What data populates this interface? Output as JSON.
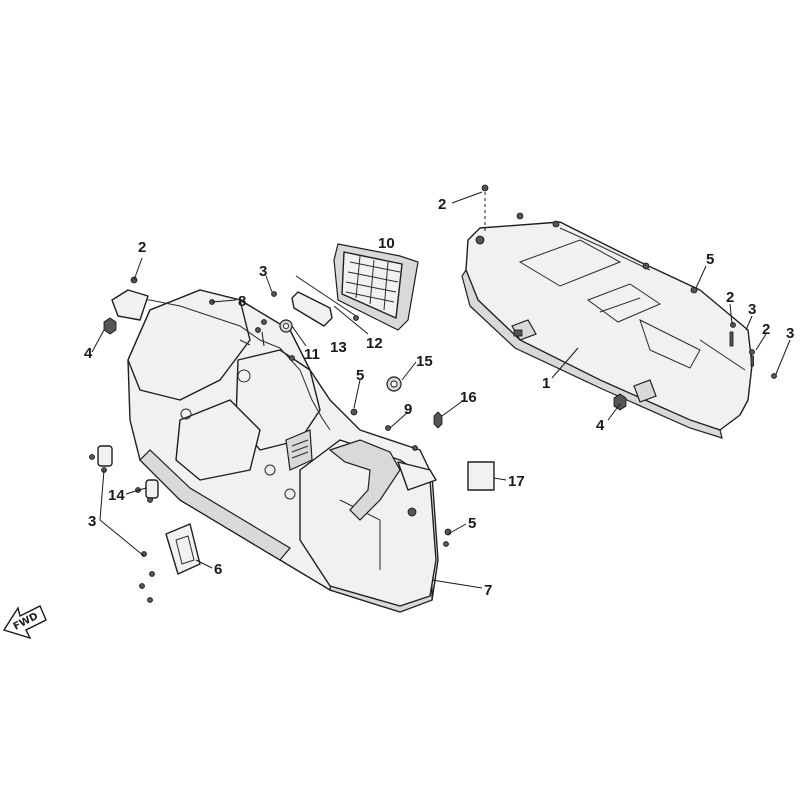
{
  "diagram": {
    "direction_arrow": {
      "label": "FWD",
      "icon": "fwd-arrow-icon"
    },
    "callouts": [
      "1",
      "2",
      "3",
      "4",
      "5",
      "6",
      "7",
      "8",
      "9",
      "10",
      "11",
      "12",
      "13",
      "14",
      "15",
      "16",
      "17"
    ],
    "labels": {
      "c1": "1",
      "c2a": "2",
      "c2b": "2",
      "c2c": "2",
      "c2d": "2",
      "c3a": "3",
      "c3b": "3",
      "c3c": "3",
      "c3d": "3",
      "c4a": "4",
      "c4b": "4",
      "c5a": "5",
      "c5b": "5",
      "c5c": "5",
      "c6": "6",
      "c7": "7",
      "c8": "8",
      "c9": "9",
      "c10": "10",
      "c11": "11",
      "c12": "12",
      "c13": "13",
      "c14": "14",
      "c15": "15",
      "c16": "16",
      "c17": "17"
    }
  }
}
